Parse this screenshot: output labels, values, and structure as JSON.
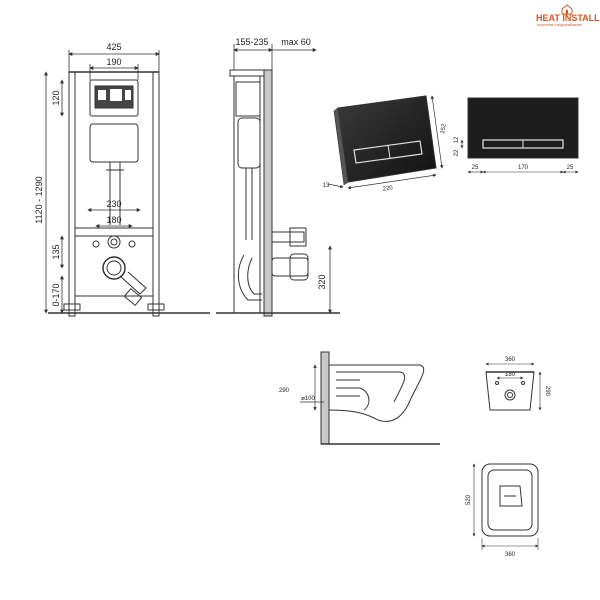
{
  "brand": {
    "name": "HEAT INSTALL",
    "tagline": "отопление и водоснабжение",
    "color": "#d9541e",
    "icon": "house-icon"
  },
  "frame_front": {
    "width": "425",
    "button_width": "190",
    "button_height": "120",
    "total_height": "1120 - 1290",
    "bolt_outer": "230",
    "bolt_inner": "180",
    "drain_height": "135",
    "foot_adjust": "0-170"
  },
  "frame_side": {
    "depth": "155-235",
    "max_wall": "max 60",
    "drain_axis": "320"
  },
  "flush_plate": {
    "finish": "black-matte",
    "height": "152",
    "width": "220",
    "thickness": "13",
    "buttons_width": "170",
    "side_left": "25",
    "side_right": "25",
    "button_height": "22",
    "gap": "12"
  },
  "bowl_side": {
    "mount_height": "290",
    "outlet_diameter": "⌀100"
  },
  "bowl_top": {
    "width": "360",
    "depth": "290",
    "bolt_spacing": "180"
  },
  "bowl_plan": {
    "length": "520",
    "width": "360"
  },
  "colors": {
    "line": "#333333",
    "wall_fill": "#c8c8c8",
    "plate_dark": "#1c1c1c"
  }
}
